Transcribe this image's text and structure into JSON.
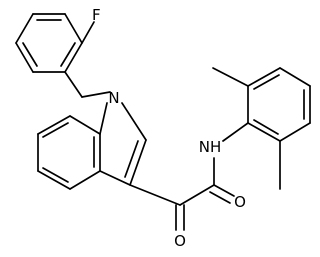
{
  "molecule": {
    "atom_labels": {
      "fluorine": "F",
      "indole_nitrogen": "N",
      "amide_nh": "NH",
      "ketone_oxygen": "O",
      "amide_oxygen": "O"
    }
  }
}
